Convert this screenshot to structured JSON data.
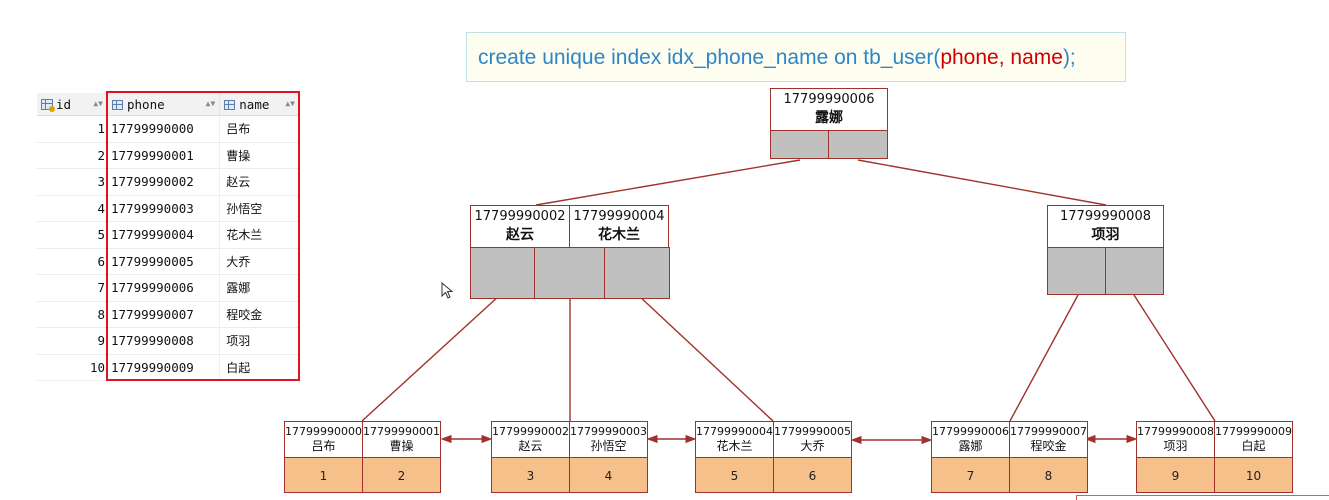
{
  "table": {
    "headers": {
      "id": "id",
      "phone": "phone",
      "name": "name"
    },
    "rows": [
      {
        "id": "1",
        "phone": "17799990000",
        "name": "吕布"
      },
      {
        "id": "2",
        "phone": "17799990001",
        "name": "曹操"
      },
      {
        "id": "3",
        "phone": "17799990002",
        "name": "赵云"
      },
      {
        "id": "4",
        "phone": "17799990003",
        "name": "孙悟空"
      },
      {
        "id": "5",
        "phone": "17799990004",
        "name": "花木兰"
      },
      {
        "id": "6",
        "phone": "17799990005",
        "name": "大乔"
      },
      {
        "id": "7",
        "phone": "17799990006",
        "name": "露娜"
      },
      {
        "id": "8",
        "phone": "17799990007",
        "name": "程咬金"
      },
      {
        "id": "9",
        "phone": "17799990008",
        "name": "项羽"
      },
      {
        "id": "10",
        "phone": "17799990009",
        "name": "白起"
      }
    ]
  },
  "sql": {
    "prefix": "create unique index idx_phone_name on tb_user(",
    "columns": "phone, name",
    "suffix": ");"
  },
  "tree": {
    "root": {
      "keys": [
        {
          "phone": "17799990006",
          "name": "露娜"
        }
      ]
    },
    "internal": [
      {
        "keys": [
          {
            "phone": "17799990002",
            "name": "赵云"
          },
          {
            "phone": "17799990004",
            "name": "花木兰"
          }
        ]
      },
      {
        "keys": [
          {
            "phone": "17799990008",
            "name": "项羽"
          }
        ]
      }
    ],
    "leaves": [
      {
        "entries": [
          {
            "phone": "17799990000",
            "name": "吕布",
            "id": "1"
          },
          {
            "phone": "17799990001",
            "name": "曹操",
            "id": "2"
          }
        ]
      },
      {
        "entries": [
          {
            "phone": "17799990002",
            "name": "赵云",
            "id": "3"
          },
          {
            "phone": "17799990003",
            "name": "孙悟空",
            "id": "4"
          }
        ]
      },
      {
        "entries": [
          {
            "phone": "17799990004",
            "name": "花木兰",
            "id": "5"
          },
          {
            "phone": "17799990005",
            "name": "大乔",
            "id": "6"
          }
        ]
      },
      {
        "entries": [
          {
            "phone": "17799990006",
            "name": "露娜",
            "id": "7"
          },
          {
            "phone": "17799990007",
            "name": "程咬金",
            "id": "8"
          }
        ]
      },
      {
        "entries": [
          {
            "phone": "17799990008",
            "name": "项羽",
            "id": "9"
          },
          {
            "phone": "17799990009",
            "name": "白起",
            "id": "10"
          }
        ]
      }
    ]
  },
  "colors": {
    "edge": "#a0322d",
    "pointer": "#c0c0c0",
    "value_cell": "#f6c08a",
    "highlight": "#e0141e",
    "sql_text": "#2e86c8",
    "sql_accent": "#d00000"
  }
}
